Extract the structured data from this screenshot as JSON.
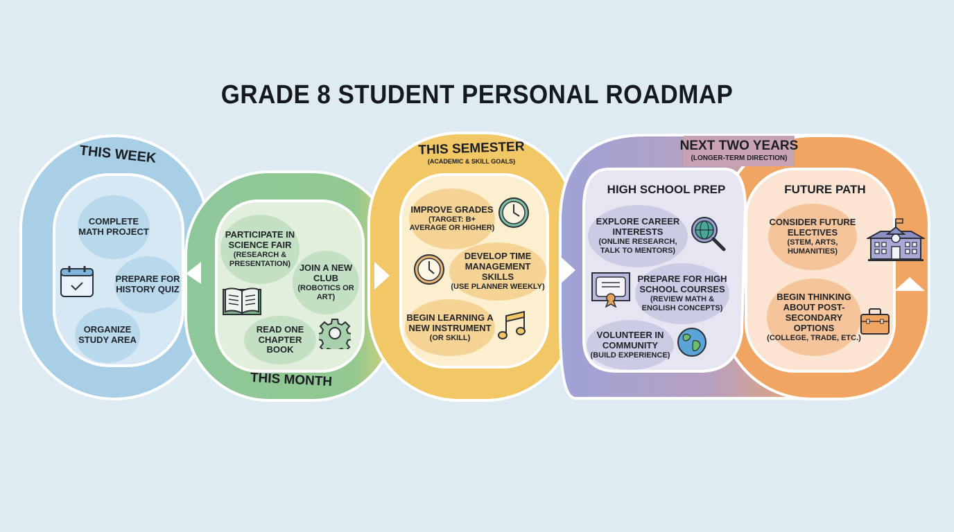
{
  "title": "GRADE 8 STUDENT PERSONAL ROADMAP",
  "colors": {
    "background": "#deebf3",
    "week": "#a9cfe6",
    "month": "#8ec79b",
    "semester": "#f2c766",
    "two_years": "#a3a6d8",
    "future": "#f0a562"
  },
  "stages": {
    "week": {
      "label": "THIS WEEK",
      "items": [
        {
          "main": "COMPLETE MATH PROJECT",
          "sub": ""
        },
        {
          "main": "PREPARE FOR HISTORY QUIZ",
          "sub": ""
        },
        {
          "main": "ORGANIZE STUDY AREA",
          "sub": ""
        }
      ],
      "icons": [
        "calendar-check-icon"
      ]
    },
    "month": {
      "label": "THIS MONTH",
      "items": [
        {
          "main": "PARTICIPATE IN SCIENCE FAIR",
          "sub": "(RESEARCH & PRESENTATION)"
        },
        {
          "main": "JOIN A NEW CLUB",
          "sub": "(ROBOTICS OR ART)"
        },
        {
          "main": "READ ONE CHAPTER BOOK",
          "sub": ""
        }
      ],
      "icons": [
        "open-book-icon",
        "gear-icon"
      ]
    },
    "semester": {
      "label": "THIS SEMESTER",
      "sublabel": "(ACADEMIC & SKILL GOALS)",
      "items": [
        {
          "main": "IMPROVE GRADES",
          "sub": "(TARGET: B+ AVERAGE OR HIGHER)"
        },
        {
          "main": "DEVELOP TIME MANAGEMENT SKILLS",
          "sub": "(USE PLANNER WEEKLY)"
        },
        {
          "main": "BEGIN LEARNING A NEW INSTRUMENT",
          "sub": "(OR SKILL)"
        }
      ],
      "icons": [
        "clock-icon",
        "clock-icon",
        "music-note-icon"
      ]
    },
    "two_years": {
      "label": "NEXT TWO YEARS",
      "sublabel": "(LONGER-TERM DIRECTION)",
      "high_school_prep": {
        "label": "HIGH SCHOOL PREP",
        "items": [
          {
            "main": "EXPLORE CAREER INTERESTS",
            "sub": "(ONLINE RESEARCH, TALK TO MENTORS)"
          },
          {
            "main": "PREPARE FOR HIGH SCHOOL COURSES",
            "sub": "(REVIEW MATH & ENGLISH CONCEPTS)"
          },
          {
            "main": "VOLUNTEER IN COMMUNITY",
            "sub": "(BUILD EXPERIENCE)"
          }
        ],
        "icons": [
          "globe-search-icon",
          "certificate-icon",
          "earth-icon"
        ]
      },
      "future_path": {
        "label": "FUTURE PATH",
        "items": [
          {
            "main": "CONSIDER FUTURE ELECTIVES",
            "sub": "(STEM, ARTS, HUMANITIES)"
          },
          {
            "main": "BEGIN THINKING ABOUT POST-SECONDARY OPTIONS",
            "sub": "(COLLEGE, TRADE, ETC.)"
          }
        ],
        "icons": [
          "school-building-icon",
          "briefcase-icon"
        ]
      }
    }
  }
}
